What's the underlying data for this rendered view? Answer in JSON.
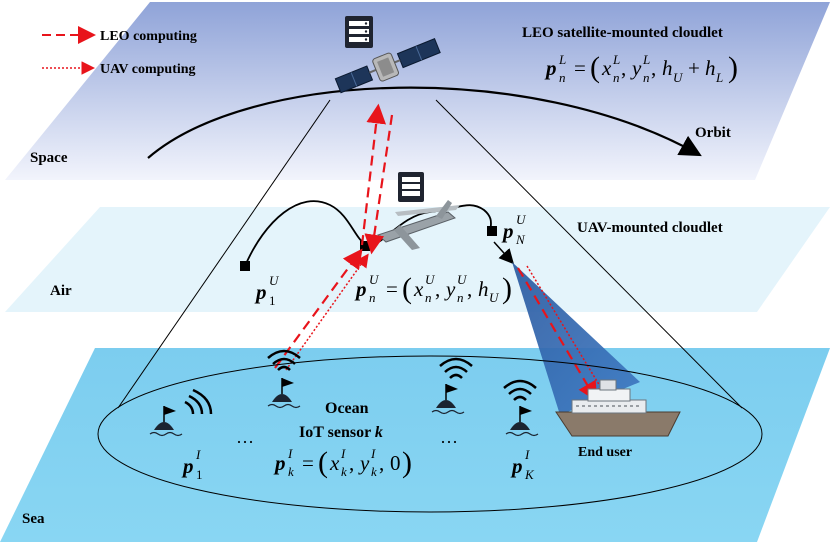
{
  "legend": {
    "leo_label": "LEO computing",
    "uav_label": "UAV computing",
    "leo_color": "#e8141b",
    "uav_color": "#e8141b"
  },
  "layers": {
    "space": "Space",
    "air": "Air",
    "sea": "Sea"
  },
  "labels": {
    "leo_cloudlet": "LEO satellite-mounted cloudlet",
    "orbit": "Orbit",
    "uav_cloudlet": "UAV-mounted cloudlet",
    "ocean": "Ocean",
    "iot_sensor": "IoT sensor",
    "iot_k": "k",
    "end_user": "End user",
    "dots_left": "···",
    "dots_right": "···"
  },
  "formulas": {
    "leo": "p",
    "leo_sup": "L",
    "leo_sub": "n",
    "leo_rhs": "= (x, y, h_U + h_L)",
    "uav_1": "p",
    "uav_n": "p",
    "uav_N": "p",
    "iot_1": "p",
    "iot_k": "p",
    "iot_K": "p"
  },
  "colors": {
    "space_top": "#8fa3d8",
    "space_bottom": "#eef1fb",
    "air": "#e3f4fb",
    "sea": "#7fd0f0",
    "beam": "#2f5d9e",
    "arrow": "#e8141b"
  },
  "icons": [
    "server-icon",
    "satellite-icon",
    "drone-icon",
    "buoy-icon",
    "wifi-signal-icon",
    "ship-icon"
  ]
}
